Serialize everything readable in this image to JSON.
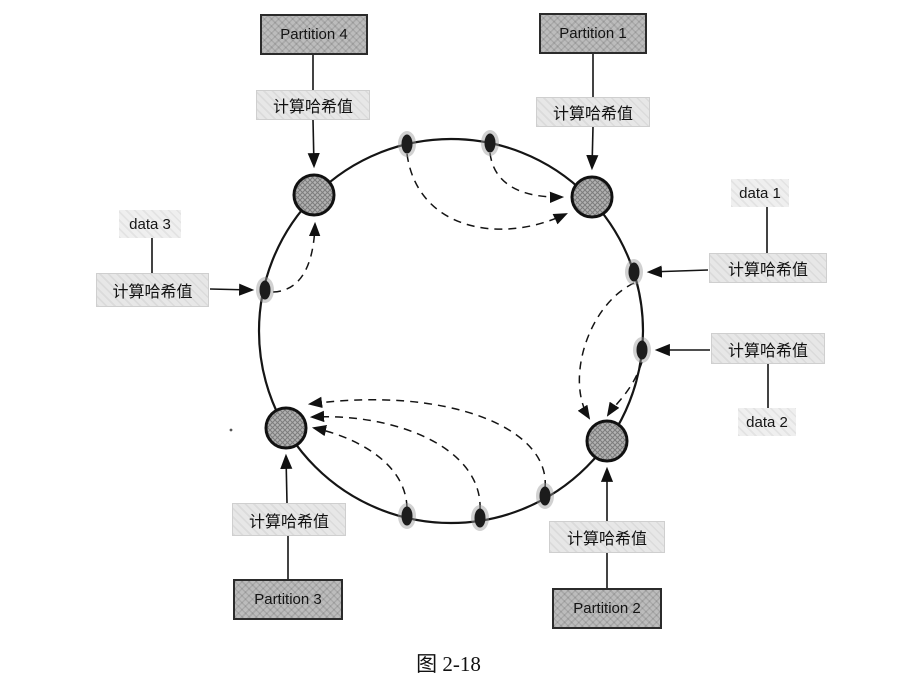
{
  "figure": {
    "caption": "图 2-18",
    "hash_label": "计算哈希值",
    "partitions": [
      {
        "label": "Partition 1",
        "position": "top-right"
      },
      {
        "label": "Partition 2",
        "position": "bottom-right"
      },
      {
        "label": "Partition 3",
        "position": "bottom-left"
      },
      {
        "label": "Partition 4",
        "position": "top-left"
      }
    ],
    "data_items": [
      {
        "label": "data 1",
        "position": "right-upper"
      },
      {
        "label": "data 2",
        "position": "right-lower"
      },
      {
        "label": "data 3",
        "position": "left"
      }
    ],
    "colors": {
      "partition_box_fill": "#bcbcbc",
      "hash_box_fill": "#e7e7e7",
      "data_label_fill": "#efefef",
      "node_fill": "#b3b3b3",
      "line": "#141414",
      "background": "#ffffff"
    }
  }
}
